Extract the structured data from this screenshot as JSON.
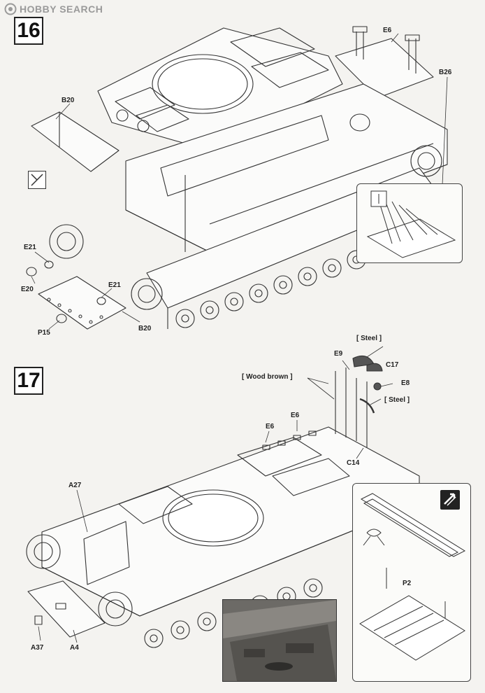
{
  "watermark": {
    "text": "HOBBY SEARCH"
  },
  "steps": [
    {
      "number": "16"
    },
    {
      "number": "17"
    }
  ],
  "step16_labels": {
    "e6": "E6",
    "b26": "B26",
    "b20_top": "B20",
    "e21_left": "E21",
    "e20": "E20",
    "e21_mid": "E21",
    "p15": "P15",
    "b20_bottom": "B20"
  },
  "step17_labels": {
    "steel_top": "[ Steel ]",
    "e9": "E9",
    "c17": "C17",
    "wood_brown": "[ Wood brown ]",
    "e8": "E8",
    "steel_mid": "[ Steel ]",
    "e6_left": "E6",
    "e6_right": "E6",
    "c14": "C14",
    "a27": "A27",
    "p2": "P2",
    "a37": "A37",
    "a4": "A4"
  },
  "colors": {
    "line": "#333333",
    "paper": "#f4f3f0",
    "photo": "#6c6a66"
  },
  "icons": {
    "cutter": "side-cutter-icon",
    "turn": "rotate-view-icon"
  }
}
